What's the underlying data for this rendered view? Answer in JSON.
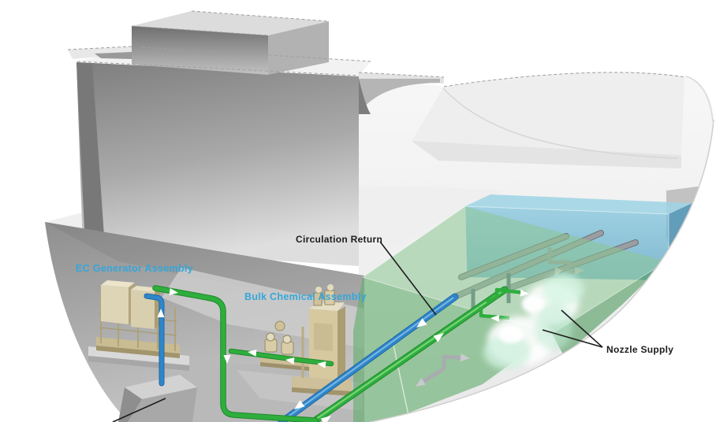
{
  "diagram": {
    "labels": {
      "ec_generator_assembly": "EC Generator Assembly",
      "bulk_chemical_assembly": "Bulk Chemical Assembly",
      "circulation_return": "Circulation Return",
      "nozzle_supply": "Nozzle Supply"
    },
    "colors": {
      "label_highlight": "#35a6d9",
      "label_dark": "#1c1c1c",
      "pipe_green": "#2fae3e",
      "pipe_green_dark": "#1d8a2a",
      "pipe_blue": "#2f86c9",
      "pipe_blue_dark": "#1f68a8",
      "pipe_gray": "#8d9094",
      "tank_green": "#5fae69",
      "tank_cyan": "#62b5d3",
      "machinery_tan": "#d6c9a0",
      "hull_gray": "#c9c9c9"
    }
  }
}
